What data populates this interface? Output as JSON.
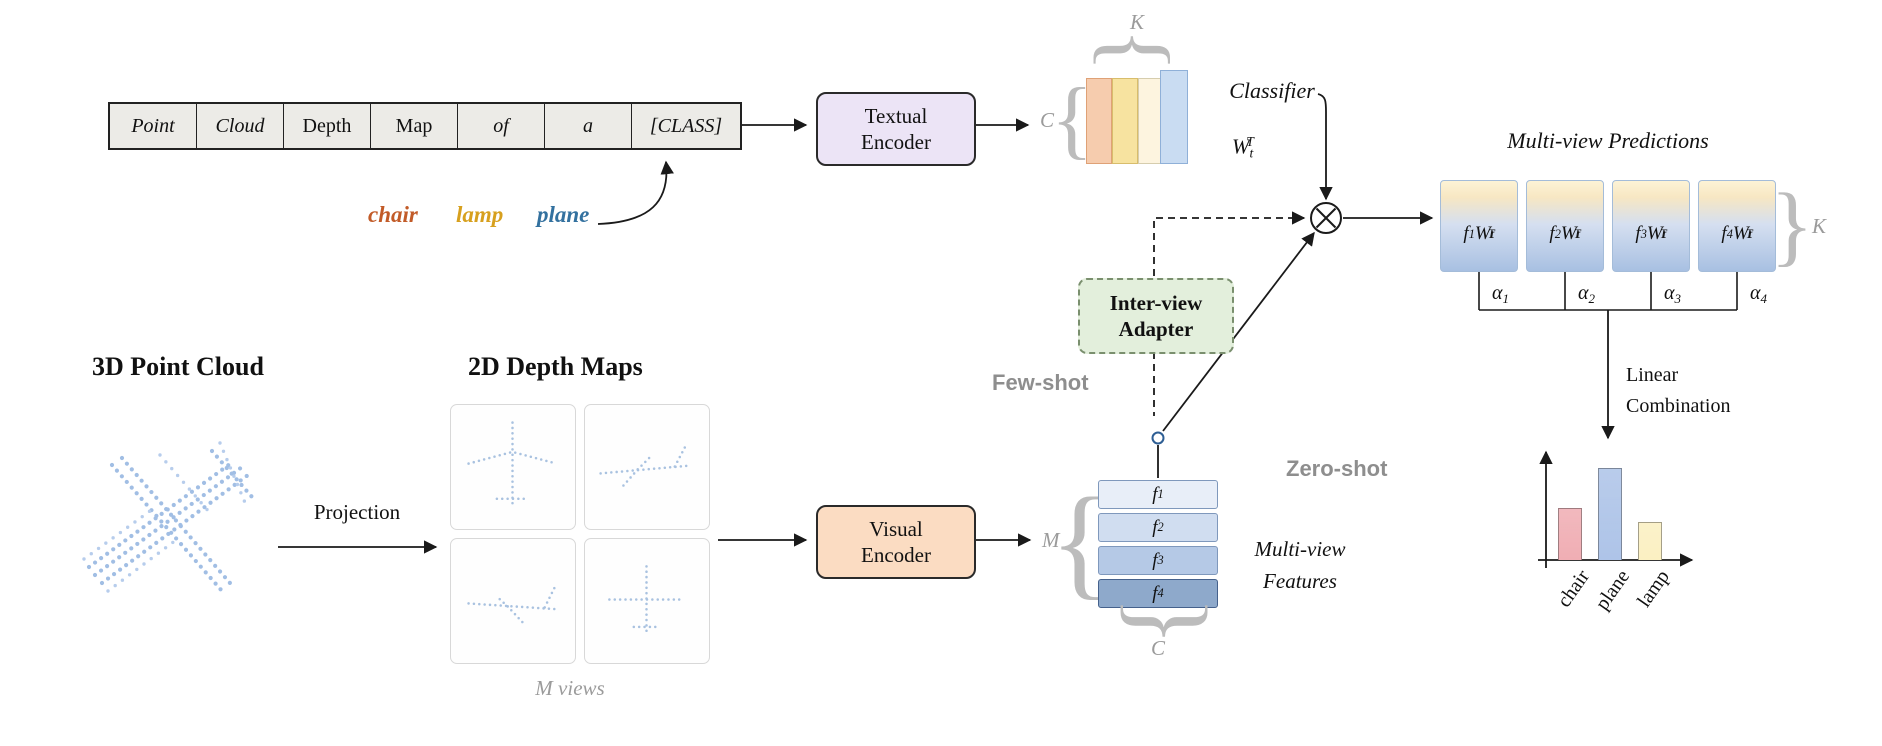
{
  "figure": {
    "prompt_table": {
      "cells": [
        "Point",
        "Cloud",
        "Depth",
        "Map",
        "of",
        "a",
        "[CLASS]"
      ]
    },
    "class_words": [
      {
        "label": "chair",
        "color": "#c25b28"
      },
      {
        "label": "lamp",
        "color": "#d7a01e"
      },
      {
        "label": "plane",
        "color": "#33719f"
      }
    ],
    "textual_encoder": "Textual\nEncoder",
    "visual_encoder": "Visual\nEncoder",
    "adapter": "Inter-view\nAdapter",
    "classifier_label": "Classifier",
    "classifier_weights": "W_t^T",
    "dims": {
      "k_top": "K",
      "c_bars": "C",
      "m_features": "M",
      "c_features": "C",
      "k_predictions": "K"
    },
    "predictions_title": "Multi-view Predictions",
    "prediction_boxes": [
      "f_1W_t^T",
      "f_2W_t^T",
      "f_3W_t^T",
      "f_4W_t^T"
    ],
    "alphas": [
      "α_1",
      "α_2",
      "α_3",
      "α_4"
    ],
    "linear_combination": "Linear\nCombination",
    "few_shot": "Few-shot",
    "zero_shot": "Zero-shot",
    "point_cloud_title": "3D Point Cloud",
    "depth_maps_title": "2D Depth Maps",
    "projection_label": "Projection",
    "m_views_label": "M views",
    "features": [
      "f_1",
      "f_2",
      "f_3",
      "f_4"
    ],
    "features_caption": "Multi-view\nFeatures",
    "result_chart": {
      "type": "bar",
      "categories": [
        "chair",
        "plane",
        "lamp"
      ],
      "values": [
        52,
        92,
        38
      ],
      "colors": [
        "#f0aeb4",
        "#aec4e8",
        "#fbf0c2"
      ]
    }
  }
}
